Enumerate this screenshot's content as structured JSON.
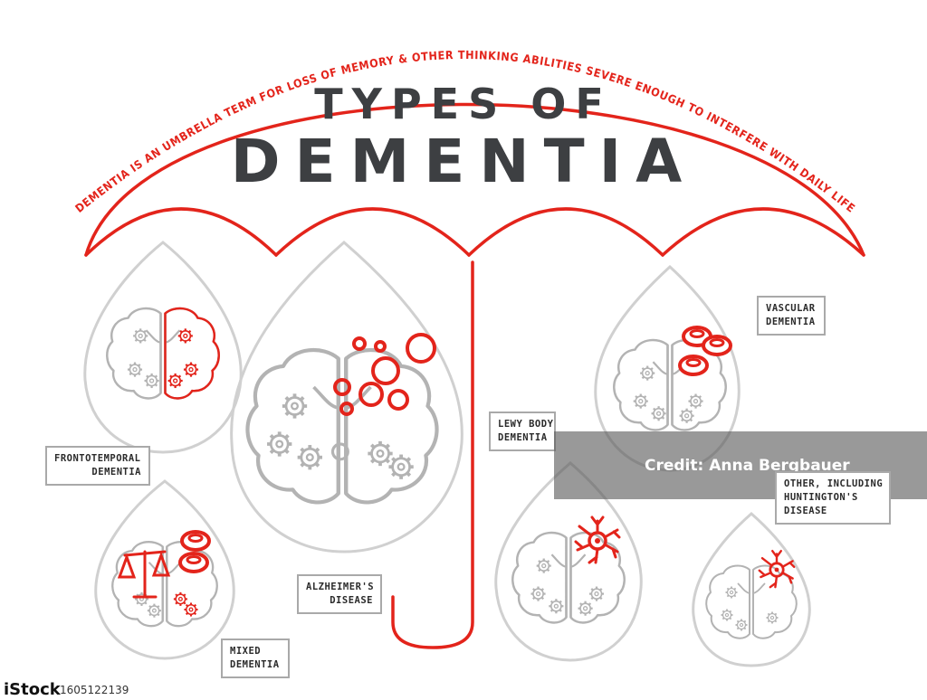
{
  "header": {
    "arc_text": "DEMENTIA IS AN UMBRELLA TERM FOR LOSS OF MEMORY & OTHER THINKING ABILITIES SEVERE ENOUGH TO INTERFERE WITH DAILY LIFE",
    "title_line1": "TYPES OF",
    "title_line2": "DEMENTIA"
  },
  "types": [
    {
      "lines": [
        "FRONTOTEMPORAL",
        "DEMENTIA"
      ]
    },
    {
      "lines": [
        "ALZHEIMER'S",
        "DISEASE"
      ]
    },
    {
      "lines": [
        "LEWY BODY",
        "DEMENTIA"
      ]
    },
    {
      "lines": [
        "VASCULAR",
        "DEMENTIA"
      ]
    },
    {
      "lines": [
        "OTHER, INCLUDING",
        "HUNTINGTON'S",
        "DISEASE"
      ]
    },
    {
      "lines": [
        "MIXED",
        "DEMENTIA"
      ]
    }
  ],
  "colors": {
    "accent": "#e3241b",
    "gray": "#b3b3b3",
    "text": "#3d3f42"
  },
  "watermark": {
    "logo": "iStock",
    "credit": "Credit: Anna Bergbauer",
    "image_id": "1605122139"
  }
}
